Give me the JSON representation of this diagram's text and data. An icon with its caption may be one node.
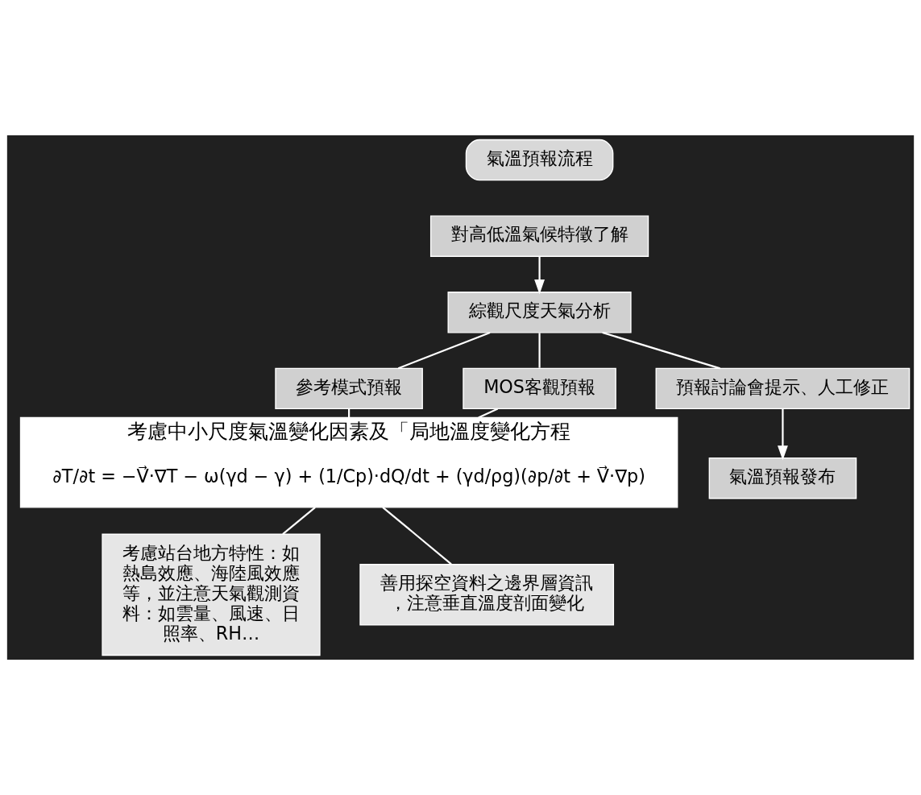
{
  "diagram": {
    "nodes": [
      {
        "text": [
          "氣溫預報流程"
        ]
      },
      {
        "text": [
          "對高低溫氣候特徵了解"
        ]
      },
      {
        "text": [
          "綜觀尺度天氣分析"
        ]
      },
      {
        "text": [
          "參考模式預報"
        ]
      },
      {
        "text": [
          "MOS客觀預報"
        ]
      },
      {
        "text": [
          "考慮中小尺度氣溫變化因素及「局地溫度變化方程"
        ]
      },
      {
        "text": [
          "∂T/∂t = −V⃗·∇T − ω(γd − γ) + (1/Cp)·dQ/dt + (γd/ρg)(∂p/∂t + V⃗·∇p)"
        ],
        "in": 5
      },
      {
        "text": [
          "考慮站台地方特性：如熱島效應、海陸風效應等，並注意天氣觀測資料：如雲量、風速、日照率、RH…"
        ]
      },
      {
        "text": [
          "善用探空資料之邊界層資訊，注意垂直溫度剖面變化"
        ]
      },
      {
        "text": [
          "預報討論會提示、人工修正"
        ]
      },
      {
        "text": [
          "氣溫預報發布"
        ]
      }
    ],
    "edges": [
      {
        "from": 1,
        "to": 2,
        "arrow": "to"
      },
      {
        "from": 2,
        "to": 3,
        "arrow": "none"
      },
      {
        "from": 2,
        "to": 4,
        "arrow": "none"
      },
      {
        "from": 3,
        "to": 5,
        "arrow": "none"
      },
      {
        "from": 4,
        "to": 5,
        "arrow": "none"
      },
      {
        "from": 2,
        "to": 9,
        "arrow": "none"
      },
      {
        "from": 5,
        "to": 7,
        "arrow": "none"
      },
      {
        "from": 5,
        "to": 8,
        "arrow": "none"
      },
      {
        "from": 9,
        "to": 10,
        "arrow": "to"
      }
    ]
  }
}
